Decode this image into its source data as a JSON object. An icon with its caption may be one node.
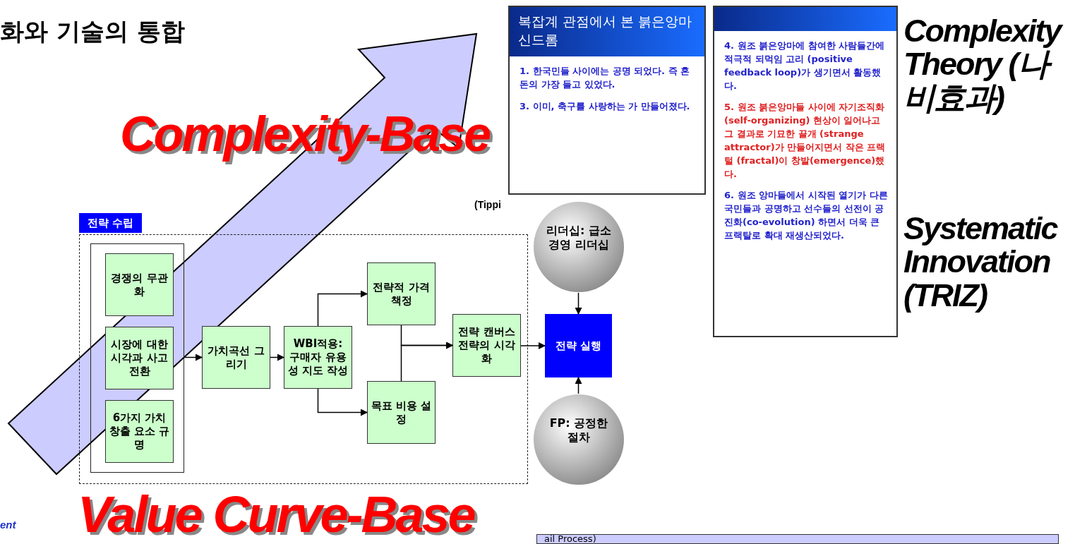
{
  "diagram": {
    "title": "화와 기술의 통합",
    "nodes": [
      {
        "text": [
          "전략 수립"
        ]
      },
      {
        "text": [],
        "shape": "box",
        "in": 0
      },
      {
        "text": [
          "경쟁의 무관화"
        ],
        "in": 1
      },
      {
        "text": [
          "시장에 대한 시각과 사고 전환"
        ],
        "in": 1
      },
      {
        "text": [
          "6가지 가치창출 요소 규명"
        ],
        "in": 1
      },
      {
        "text": [
          "가치곡선 그리기"
        ],
        "in": 0
      },
      {
        "text": [
          "WBI적용: 구매자 유용성 지도 작성"
        ],
        "in": 0
      },
      {
        "text": [
          "전략적 가격 책정"
        ],
        "in": 0
      },
      {
        "text": [
          "목표 비용 설정"
        ],
        "in": 0
      },
      {
        "text": [
          "전략 캔버스 전략의 시각화"
        ],
        "in": 0
      },
      {
        "text": [
          "전략 실행"
        ]
      },
      {
        "text": [
          "리더십: 급소경영 리더십"
        ]
      },
      {
        "text": [
          "FP: 공정한 절차"
        ]
      },
      {
        "text": [
          "복잡계 관점에서 본 붉은앙마 신드롬",
          "1. 한국민들 사이에는 공명 되었다. 즉 혼돈의 가장 들고 있었다.",
          "3. 이미, 축구를 사랑하는 가 만들어졌다."
        ]
      },
      {
        "text": [
          "4. 원조 붉은앙마에 참여한 사람들간에 적극적 되먹임 고리 (positive feedback loop)가 생기면서 활동했다.",
          "5. 원조 붉은앙마들 사이에 자기조직화(self-organizing) 현상이 일어나고 그 결과로 기묘한 끌개 (strange attractor)가 만들어지면서 작은 프랙털 (fractal)이 창발(emergence)했다.",
          "6. 원조 앙마들에서 시작된 열기가 다른 국민들과 공명하고 선수들의 선전이 공진화(co-evolution) 하면서 더욱 큰 프랙탈로 확대 재생산되었다."
        ]
      },
      {
        "text": [
          "ail Process)"
        ]
      }
    ],
    "edges": [
      {
        "from": 1,
        "to": 5,
        "arrow": "to"
      },
      {
        "from": 5,
        "to": 6,
        "arrow": "to"
      },
      {
        "from": 6,
        "to": 7,
        "arrow": "to"
      },
      {
        "from": 6,
        "to": 8,
        "arrow": "to"
      },
      {
        "from": 7,
        "to": 9,
        "arrow": "to"
      },
      {
        "from": 8,
        "to": 9,
        "arrow": "to"
      },
      {
        "from": 9,
        "to": 10,
        "arrow": "to"
      },
      {
        "from": 11,
        "to": 10,
        "arrow": "to"
      },
      {
        "from": 12,
        "to": 10,
        "arrow": "to"
      }
    ],
    "labels": [
      "(Tippi",
      "Complexity-Base",
      "Complexity Theory (나비효과)",
      "Systematic Innovation (TRIZ)",
      "ent",
      "Value Curve-Base"
    ]
  }
}
